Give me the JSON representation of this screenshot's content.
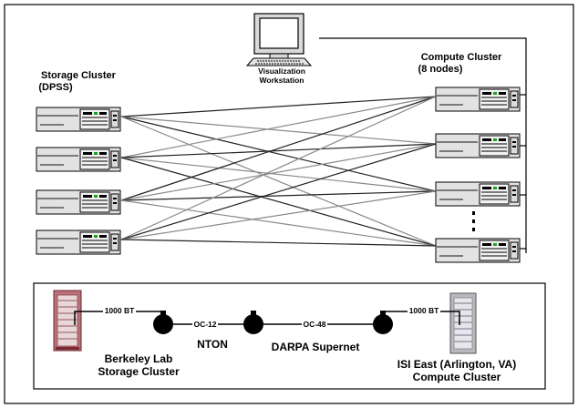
{
  "labels": {
    "storage_cluster_line1": "Storage Cluster",
    "storage_cluster_line2": "(DPSS)",
    "visualization_line1": "Visualization",
    "visualization_line2": "Workstation",
    "compute_cluster_line1": "Compute Cluster",
    "compute_cluster_line2": "(8 nodes)"
  },
  "wan": {
    "link_left": "1000 BT",
    "link_oc12": "OC-12",
    "link_oc48": "OC-48",
    "link_right": "1000 BT",
    "nton": "NTON",
    "darpa": "DARPA Supernet",
    "berkeley_line1": "Berkeley Lab",
    "berkeley_line2": "Storage Cluster",
    "isi_line1": "ISI East (Arlington, VA)",
    "isi_line2": "Compute Cluster"
  },
  "colors": {
    "dark_line": "#222222",
    "gray_line": "#8a8a8a",
    "server_body": "#e0e0e0",
    "dpss_tower": "#b86a70"
  },
  "icons": {
    "server": "server-icon",
    "monitor": "computer-monitor-icon",
    "router": "router-icon",
    "tower": "server-tower-icon"
  }
}
